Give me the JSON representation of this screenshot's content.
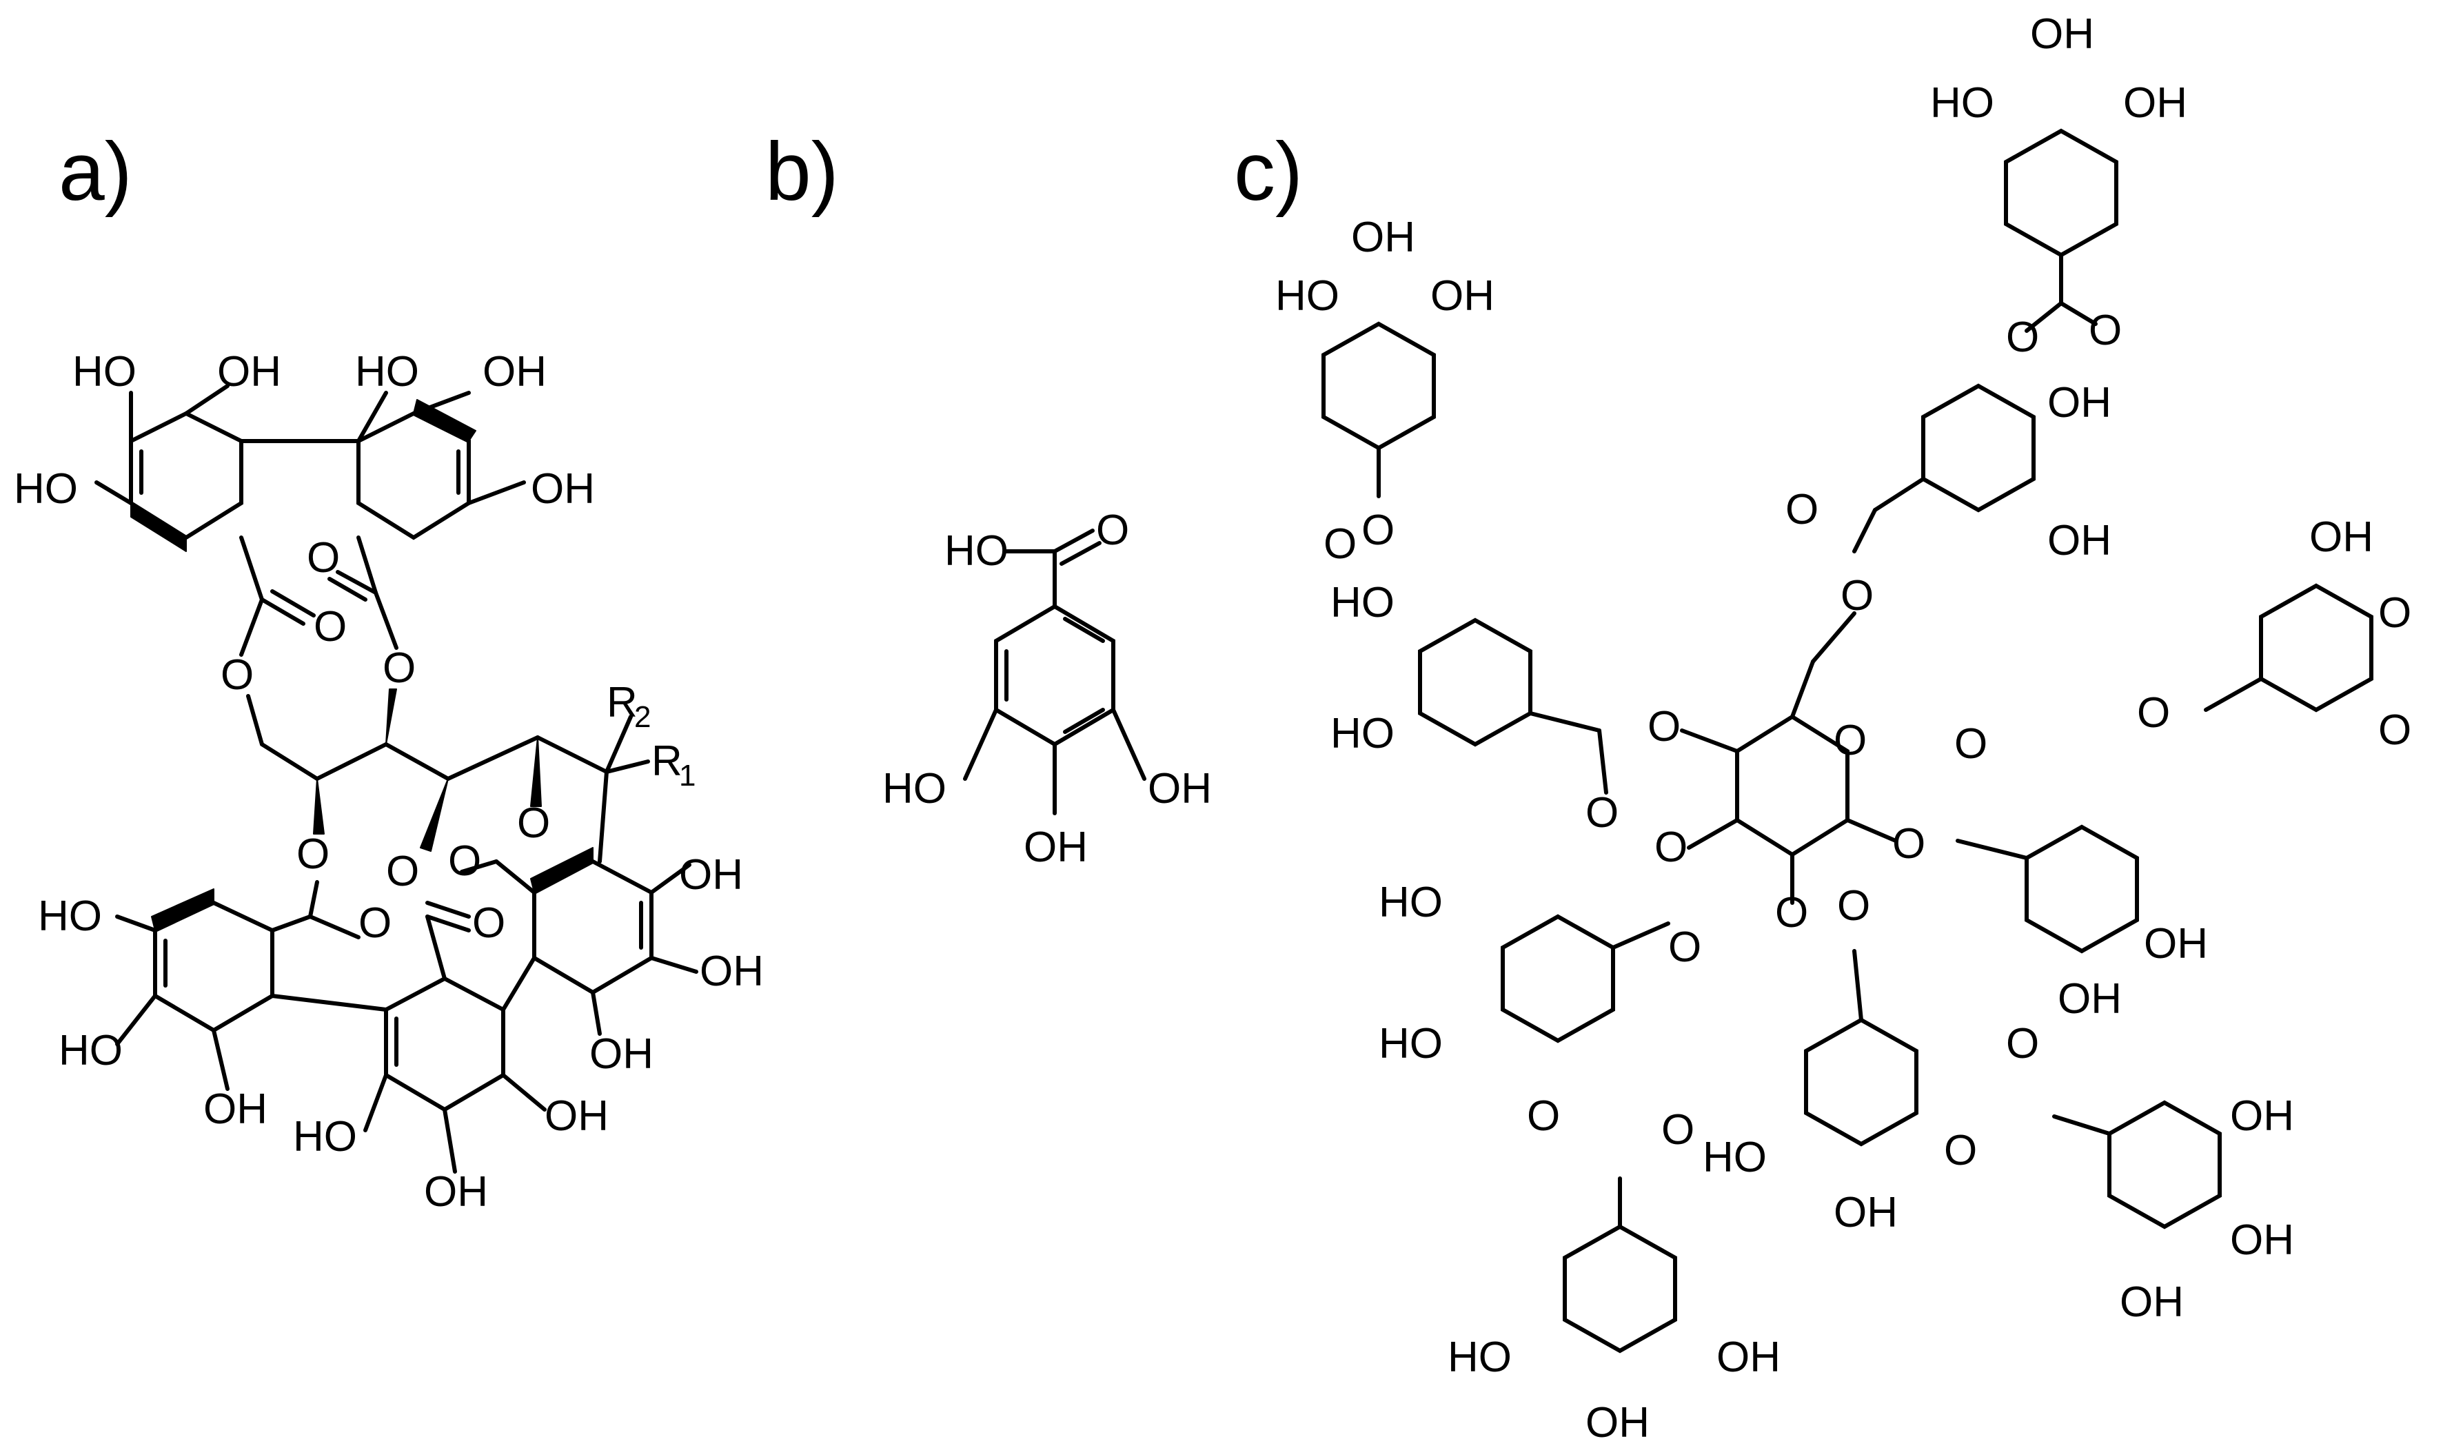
{
  "panels": [
    {
      "id": "a",
      "label": "a)"
    },
    {
      "id": "b",
      "label": "b)"
    },
    {
      "id": "c",
      "label": "c)"
    }
  ],
  "atoms": {
    "ho": "HO",
    "oh": "OH",
    "o": "O",
    "r1": "R",
    "r1_sub": "1",
    "r2": "R",
    "r2_sub": "2"
  }
}
